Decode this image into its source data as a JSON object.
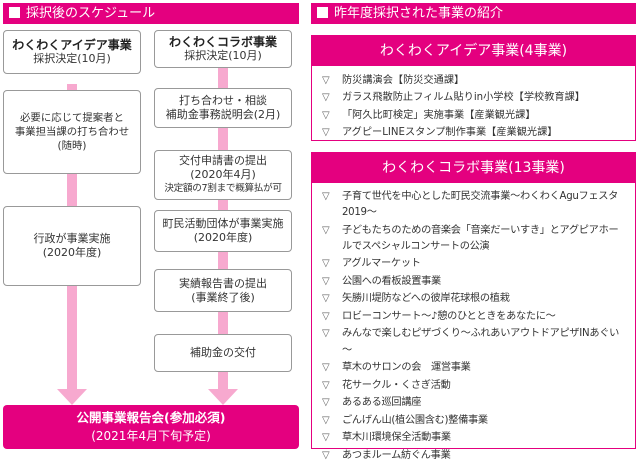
{
  "left": {
    "title": "採択後のスケジュール",
    "col_a": {
      "head_title": "わくわくアイデア事業",
      "head_sub": "採択決定(10月)",
      "step2": [
        "必要に応じて提案者と",
        "事業担当課の打ち合わせ",
        "(随時)"
      ],
      "step3": [
        "行政が事業実施",
        "(2020年度)"
      ]
    },
    "col_b": {
      "head_title": "わくわくコラボ事業",
      "head_sub": "採択決定(10月)",
      "step2": [
        "打ち合わせ・相談",
        "補助金事務説明会(2月)"
      ],
      "step3": [
        "交付申請書の提出",
        "(2020年4月)",
        "決定額の7割まで概算払が可"
      ],
      "step4": [
        "町民活動団体が事業実施",
        "(2020年度)"
      ],
      "step5": [
        "実績報告書の提出",
        "(事業終了後)"
      ],
      "step6": "補助金の交付"
    },
    "report": {
      "line1": "公開事業報告会(参加必須)",
      "line2": "(2021年4月下旬予定)"
    }
  },
  "right": {
    "title": "昨年度採択された事業の紹介",
    "bullet": "▽",
    "idea": {
      "title": "わくわくアイデア事業(4事業)",
      "items": [
        "防災講演会【防災交通課】",
        "ガラス飛散防止フィルム貼りin小学校【学校教育課】",
        "「阿久比町検定」実施事業【産業観光課】",
        "アグピーLINEスタンプ制作事業【産業観光課】"
      ]
    },
    "collab": {
      "title": "わくわくコラボ事業(13事業)",
      "items": [
        "子育て世代を中心とした町民交流事業～わくわくAguフェスタ2019～",
        "子どもたちのための音楽会「音楽だーいすき」とアグピアホールでスペシャルコンサートの公演",
        "アグルマーケット",
        "公園への看板設置事業",
        "矢勝川堤防などへの彼岸花球根の植栽",
        "ロビーコンサート～♪憩のひとときをあなたに～",
        "みんなで楽しむピザづくり～ふれあいアウトドアピザINあぐい～",
        "草木のサロンの会　運営事業",
        "花サークル・くさぎ活動",
        "あるある巡回講座",
        "ごんげん山(植公園含む)整備事業",
        "草木川環境保全活動事業",
        "あつまルーム紡ぐん事業"
      ]
    }
  },
  "colors": {
    "accent": "#e4007f",
    "arrow": "#f7a9cf"
  }
}
